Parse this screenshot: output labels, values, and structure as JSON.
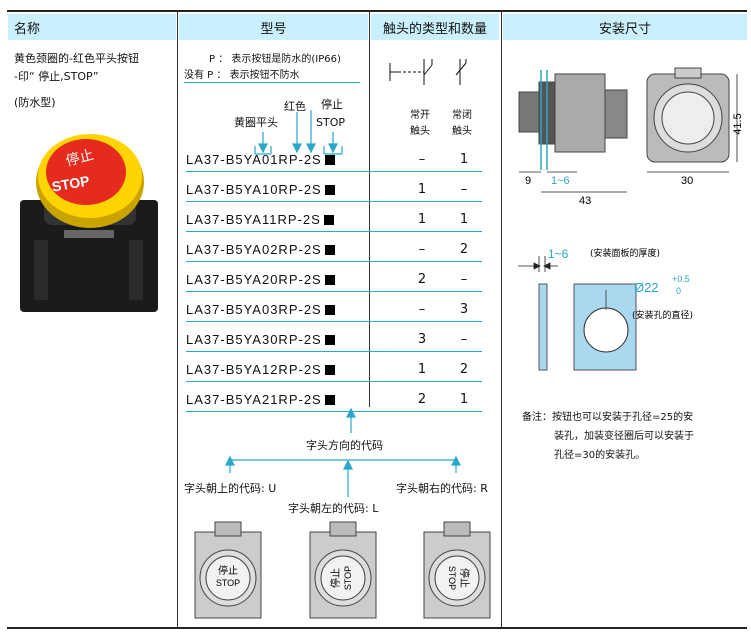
{
  "headers": {
    "name": "名称",
    "model": "型号",
    "contacts": "触头的类型和数量",
    "mount": "安装尺寸"
  },
  "name_col": {
    "desc1": "黄色颈圈的-红色平头按钮",
    "desc2": "-印“ 停止,STOP”",
    "desc3": "(防水型)"
  },
  "legend": {
    "p_line": "P ： 表示按钮是防水的(IP66)",
    "nop_line": "没有 P ： 表示按钮不防水",
    "yellow": "黄圈平头",
    "red": "红色",
    "stop1": "停止",
    "stop2": "STOP"
  },
  "contact_hdr": {
    "no1": "常开",
    "no2": "触头",
    "nc1": "常闭",
    "nc2": "触头"
  },
  "rows": [
    {
      "model": "LA37-B5YA01RP-2S",
      "no": "–",
      "nc": "1"
    },
    {
      "model": "LA37-B5YA10RP-2S",
      "no": "1",
      "nc": "–"
    },
    {
      "model": "LA37-B5YA11RP-2S",
      "no": "1",
      "nc": "1"
    },
    {
      "model": "LA37-B5YA02RP-2S",
      "no": "–",
      "nc": "2"
    },
    {
      "model": "LA37-B5YA20RP-2S",
      "no": "2",
      "nc": "–"
    },
    {
      "model": "LA37-B5YA03RP-2S",
      "no": "–",
      "nc": "3"
    },
    {
      "model": "LA37-B5YA30RP-2S",
      "no": "3",
      "nc": "–"
    },
    {
      "model": "LA37-B5YA12RP-2S",
      "no": "1",
      "nc": "2"
    },
    {
      "model": "LA37-B5YA21RP-2S",
      "no": "2",
      "nc": "1"
    }
  ],
  "dir": {
    "title": "字头方向的代码",
    "up": "字头朝上的代码: U",
    "left": "字头朝左的代码: L",
    "right": "字头朝右的代码: R"
  },
  "button_text": {
    "cn": "停止",
    "en": "STOP"
  },
  "dims": {
    "d9": "9",
    "d1_6": "1~6",
    "d43": "43",
    "d30": "30",
    "d41_5": "41.5",
    "panel": "1~6",
    "panel_note": "(安装面板的厚度)",
    "dia": "Ø22",
    "tol_up": "+0.5",
    "tol_low": "0",
    "hole_note": "(安装孔的直径)"
  },
  "note": {
    "l1": "备注：按钮也可以安装于孔径=25的安",
    "l2": "装孔，加装变径圈后可以安装于",
    "l3": "孔径=30的安装孔。"
  },
  "colors": {
    "header_bg": "#c9f0fc",
    "line": "#2aa7c9",
    "panel": "#a9d8ef"
  }
}
